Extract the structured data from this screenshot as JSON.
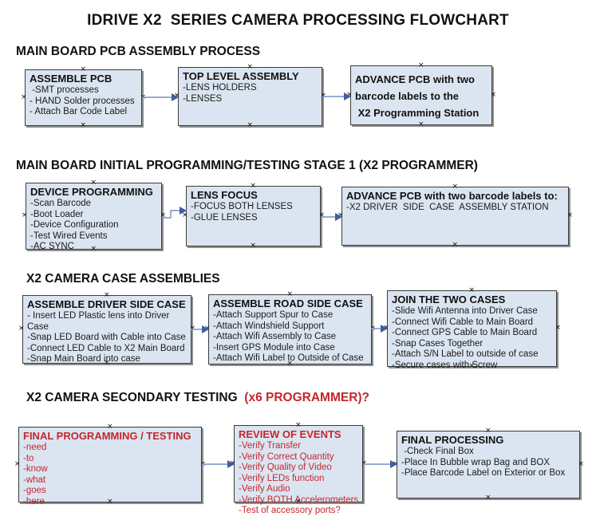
{
  "title": "IDRIVE X2  SERIES CAMERA PROCESSING FLOWCHART",
  "glyphs": {
    "anchor": "×"
  },
  "colors": {
    "box_fill": "#dbe5f1",
    "box_border": "#3b3b3b",
    "box_shadow": "#8f8f8f",
    "red_text": "#c5262c",
    "arrow_line": "#8aa0c8",
    "arrow_head": "#3f5e9e"
  },
  "sections": [
    {
      "heading": "MAIN BOARD PCB ASSEMBLY PROCESS",
      "boxes": [
        {
          "title": "ASSEMBLE PCB",
          "items": [
            " -SMT processes",
            "- HAND Solder processes",
            "- Attach Bar Code Label"
          ]
        },
        {
          "title": "TOP LEVEL ASSEMBLY",
          "items": [
            "-LENS HOLDERS",
            "-LENSES"
          ]
        },
        {
          "title": "ADVANCE PCB with two\nbarcode labels to the\n X2 Programming Station",
          "items": []
        }
      ]
    },
    {
      "heading": "MAIN BOARD INITIAL PROGRAMMING/TESTING STAGE 1 (X2 PROGRAMMER)",
      "boxes": [
        {
          "title": "DEVICE PROGRAMMING",
          "items": [
            "-Scan Barcode",
            "-Boot Loader",
            "-Device Configuration",
            "-Test Wired Events",
            "-AC SYNC"
          ]
        },
        {
          "title": "LENS FOCUS",
          "items": [
            "-FOCUS BOTH LENSES",
            "-GLUE LENSES"
          ]
        },
        {
          "title": "ADVANCE PCB with two barcode labels to:",
          "items": [
            "-X2 DRIVER  SIDE  CASE  ASSEMBLY STATION"
          ]
        }
      ]
    },
    {
      "heading": "X2 CAMERA CASE ASSEMBLIES",
      "boxes": [
        {
          "title": "ASSEMBLE DRIVER SIDE CASE",
          "items": [
            "- Insert LED Plastic lens into Driver Case",
            "-Snap LED Board with Cable into Case",
            "-Connect LED Cable to X2 Main Board",
            "-Snap Main Board into case"
          ]
        },
        {
          "title": "ASSEMBLE ROAD SIDE CASE",
          "items": [
            "-Attach Support Spur to Case",
            "-Attach Windshield Support",
            "-Attach Wifi Assembly to Case",
            "-Insert GPS Module into Case",
            "-Attach Wifi Label to Outside of Case"
          ]
        },
        {
          "title": "JOIN THE TWO CASES",
          "items": [
            "-Slide Wifi Antenna into Driver Case",
            "-Connect Wifi Cable to Main Board",
            "-Connect GPS Cable to Main Board",
            "-Snap Cases Together",
            "-Attach S/N Label to outside of case",
            "-Secure cases with Screw"
          ]
        }
      ]
    },
    {
      "heading": "X2 CAMERA SECONDARY TESTING  ",
      "heading_red": "(x6 PROGRAMMER)?",
      "boxes": [
        {
          "title": "FINAL PROGRAMMING / TESTING",
          "items": [
            "-need",
            "-to",
            "-know",
            "-what",
            "-goes",
            "-here"
          ]
        },
        {
          "title": "REVIEW OF EVENTS",
          "items": [
            "-Verify Transfer",
            "-Verify Correct Quantity",
            "-Verify Quality of Video",
            "-Verify LEDs function",
            "-Verify Audio",
            "-Verify BOTH Accelerometers",
            "-Test of accessory ports?"
          ]
        },
        {
          "title": "FINAL PROCESSING",
          "items": [
            " -Check Final Box",
            "-Place In Bubble wrap Bag and BOX",
            "-Place Barcode Label on Exterior or Box"
          ]
        }
      ]
    }
  ]
}
